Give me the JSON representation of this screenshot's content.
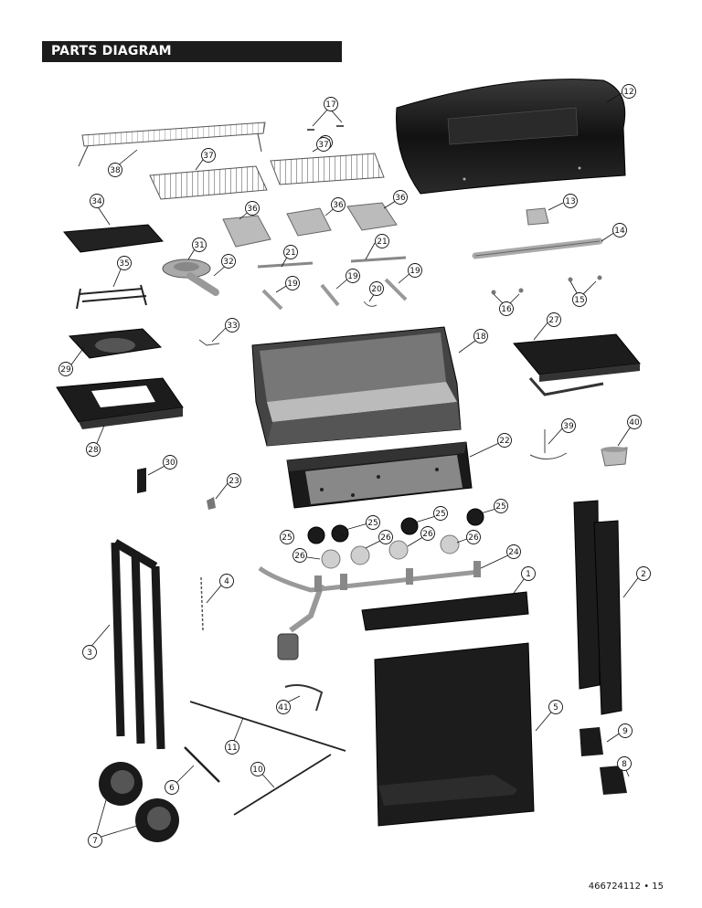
{
  "title": "PARTS DIAGRAM",
  "footer": "466724112 • 15",
  "colors": {
    "part_fill": "#1e1e1e",
    "banner": "#1c1c1c",
    "light_part": "#bdbdbd"
  },
  "callouts": [
    "1",
    "2",
    "3",
    "4",
    "5",
    "6",
    "7",
    "7",
    "8",
    "9",
    "10",
    "11",
    "12",
    "13",
    "14",
    "15",
    "15",
    "16",
    "16",
    "17",
    "17",
    "18",
    "19",
    "19",
    "19",
    "20",
    "21",
    "21",
    "22",
    "23",
    "24",
    "25",
    "25",
    "25",
    "25",
    "25",
    "26",
    "26",
    "26",
    "26",
    "27",
    "28",
    "29",
    "30",
    "31",
    "32",
    "33",
    "34",
    "35",
    "36",
    "36",
    "36",
    "37",
    "37",
    "38",
    "39",
    "40",
    "41"
  ]
}
